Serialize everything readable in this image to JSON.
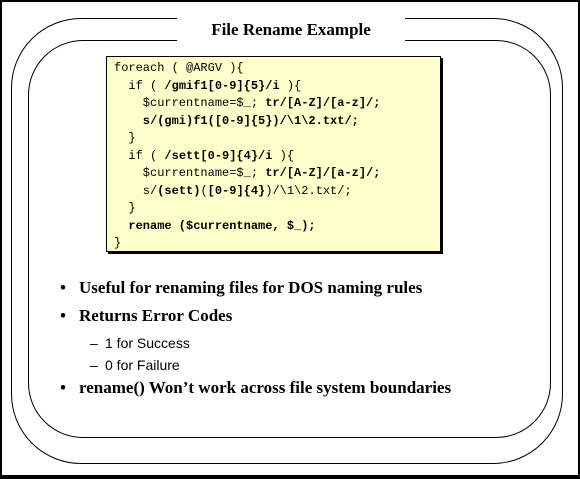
{
  "slide": {
    "title": "File Rename Example",
    "code": [
      [
        {
          "t": "foreach ( @ARGV ){",
          "b": false
        }
      ],
      [
        {
          "t": "  if ( ",
          "b": false
        },
        {
          "t": "/gmif1[0-9]{5}/i",
          "b": true
        },
        {
          "t": " ){",
          "b": false
        }
      ],
      [
        {
          "t": "    $currentname=$_; ",
          "b": false
        },
        {
          "t": "tr/[A-Z]/[a-z]/;",
          "b": true
        }
      ],
      [
        {
          "t": "    s/(gmi)f1([0-9]{5})/\\1\\2.txt/;",
          "b": true
        }
      ],
      [
        {
          "t": "  }",
          "b": false
        }
      ],
      [
        {
          "t": "  if ( ",
          "b": false
        },
        {
          "t": "/sett[0-9]{4}/i",
          "b": true
        },
        {
          "t": " ){",
          "b": false
        }
      ],
      [
        {
          "t": "    $currentname=$_; ",
          "b": false
        },
        {
          "t": "tr/[A-Z]/[a-z]/;",
          "b": true
        }
      ],
      [
        {
          "t": "    s/",
          "b": false
        },
        {
          "t": "(sett)",
          "b": true
        },
        {
          "t": "(",
          "b": false
        },
        {
          "t": "[0-9]{4}",
          "b": true
        },
        {
          "t": ")/\\1\\2.txt/;",
          "b": false
        }
      ],
      [
        {
          "t": "  }",
          "b": false
        }
      ],
      [
        {
          "t": "  rename ($currentname, $_);",
          "b": true
        }
      ],
      [
        {
          "t": "}",
          "b": false
        }
      ]
    ],
    "bullets": [
      {
        "marker": "•",
        "text": "Useful for renaming files for DOS naming rules",
        "subs": []
      },
      {
        "marker": "•",
        "text": "Returns Error Codes",
        "subs": [
          {
            "marker": "–",
            "text": "1 for Success"
          },
          {
            "marker": "–",
            "text": "0 for Failure"
          }
        ]
      },
      {
        "marker": "•",
        "text": "rename() Won’t work across file system boundaries",
        "subs": []
      }
    ],
    "colors": {
      "code_background": "#ffffcc",
      "frame": "#000000",
      "background": "#ffffff"
    }
  }
}
